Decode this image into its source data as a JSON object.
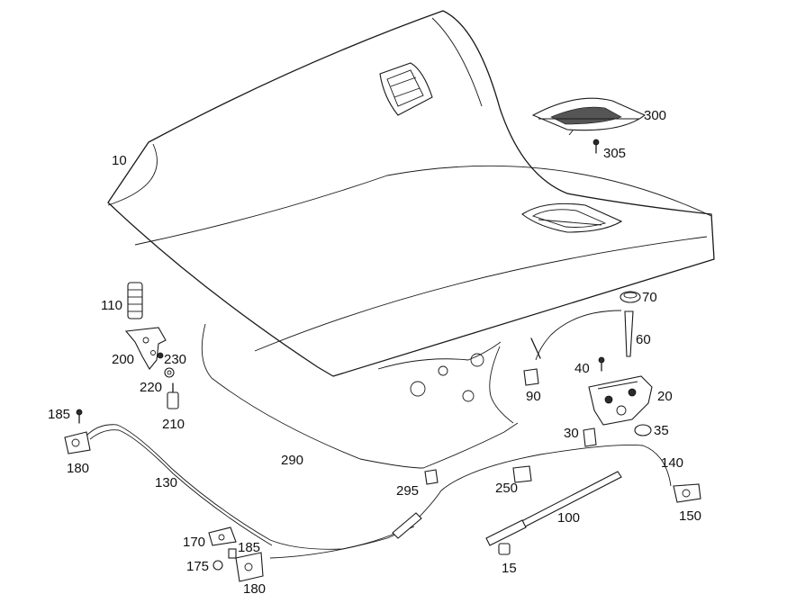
{
  "diagram": {
    "labels": [
      {
        "id": "10",
        "text": "10"
      },
      {
        "id": "300",
        "text": "300"
      },
      {
        "id": "305",
        "text": "305"
      },
      {
        "id": "70",
        "text": "70"
      },
      {
        "id": "60",
        "text": "60"
      },
      {
        "id": "110",
        "text": "110"
      },
      {
        "id": "200",
        "text": "200"
      },
      {
        "id": "230",
        "text": "230"
      },
      {
        "id": "220",
        "text": "220"
      },
      {
        "id": "210",
        "text": "210"
      },
      {
        "id": "40",
        "text": "40"
      },
      {
        "id": "90",
        "text": "90"
      },
      {
        "id": "20",
        "text": "20"
      },
      {
        "id": "30",
        "text": "30"
      },
      {
        "id": "35",
        "text": "35"
      },
      {
        "id": "185a",
        "text": "185"
      },
      {
        "id": "180a",
        "text": "180"
      },
      {
        "id": "130",
        "text": "130"
      },
      {
        "id": "290",
        "text": "290"
      },
      {
        "id": "295",
        "text": "295"
      },
      {
        "id": "250",
        "text": "250"
      },
      {
        "id": "140",
        "text": "140"
      },
      {
        "id": "150",
        "text": "150"
      },
      {
        "id": "100",
        "text": "100"
      },
      {
        "id": "170",
        "text": "170"
      },
      {
        "id": "185b",
        "text": "185"
      },
      {
        "id": "175",
        "text": "175"
      },
      {
        "id": "180b",
        "text": "180"
      },
      {
        "id": "15",
        "text": "15"
      }
    ]
  }
}
